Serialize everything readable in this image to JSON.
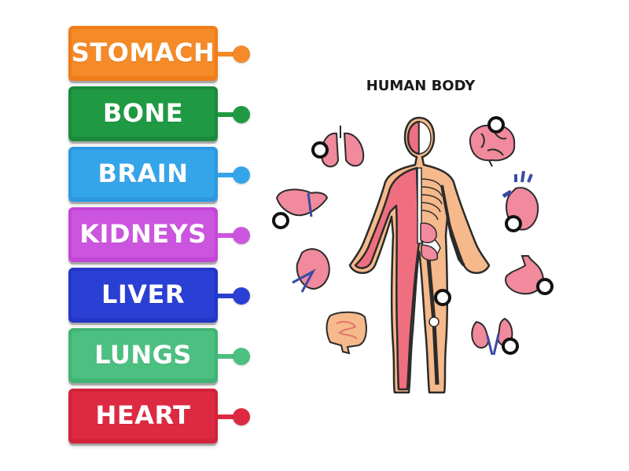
{
  "labels": [
    {
      "text": "STOMACH",
      "color": "#f07c1a",
      "face": "#f58a28"
    },
    {
      "text": "BONE",
      "color": "#1c8a3c",
      "face": "#1f9a43"
    },
    {
      "text": "BRAIN",
      "color": "#2d98e0",
      "face": "#35a5ea"
    },
    {
      "text": "KIDNEYS",
      "color": "#c347d6",
      "face": "#cc55df"
    },
    {
      "text": "LIVER",
      "color": "#2336c7",
      "face": "#2a3fd4"
    },
    {
      "text": "LUNGS",
      "color": "#41b373",
      "face": "#4cc080"
    },
    {
      "text": "HEART",
      "color": "#d1233a",
      "face": "#dd2a42"
    }
  ],
  "diagram": {
    "title": "HUMAN BODY"
  },
  "drop_targets": [
    "lungs-target",
    "brain-target",
    "liver-target",
    "heart-target",
    "bone-target",
    "stomach-target",
    "kidneys-target"
  ],
  "colors": {
    "skin": "#f6b98b",
    "muscle": "#ef6f80",
    "organ_pink": "#f08a9c",
    "bone": "#ffffff",
    "outline": "#2b2b2b"
  }
}
